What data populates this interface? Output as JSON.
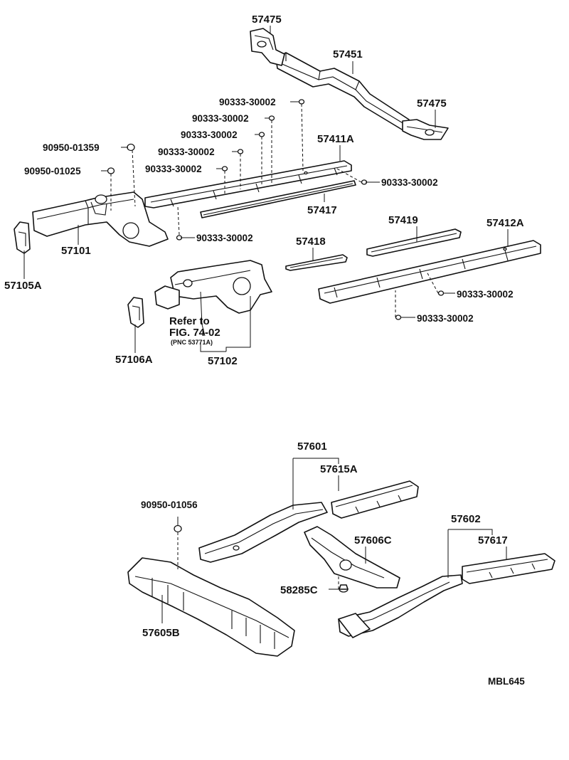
{
  "labels": {
    "p57475_top": "57475",
    "p57451": "57451",
    "p57475_right": "57475",
    "p90333_a": "90333-30002",
    "p90333_b": "90333-30002",
    "p90333_c": "90333-30002",
    "p90333_d": "90333-30002",
    "p90333_e": "90333-30002",
    "p90333_f": "90333-30002",
    "p90333_g": "90333-30002",
    "p90333_h": "90333-30002",
    "p90333_i": "90333-30002",
    "p57411a": "57411A",
    "p90950_01359": "90950-01359",
    "p90950_01025": "90950-01025",
    "p57417": "57417",
    "p57101": "57101",
    "p57105a": "57105A",
    "p57419": "57419",
    "p57412a": "57412A",
    "p57418": "57418",
    "p57106a": "57106A",
    "refer_line1": "Refer to",
    "refer_line2": "FIG. 74-02",
    "refer_pnc": "(PNC 53771A)",
    "p57102": "57102",
    "p57601": "57601",
    "p57615a": "57615A",
    "p90950_01056": "90950-01056",
    "p57602": "57602",
    "p57606c": "57606C",
    "p57617": "57617",
    "p58285c": "58285C",
    "p57605b": "57605B",
    "code": "MBL645"
  }
}
